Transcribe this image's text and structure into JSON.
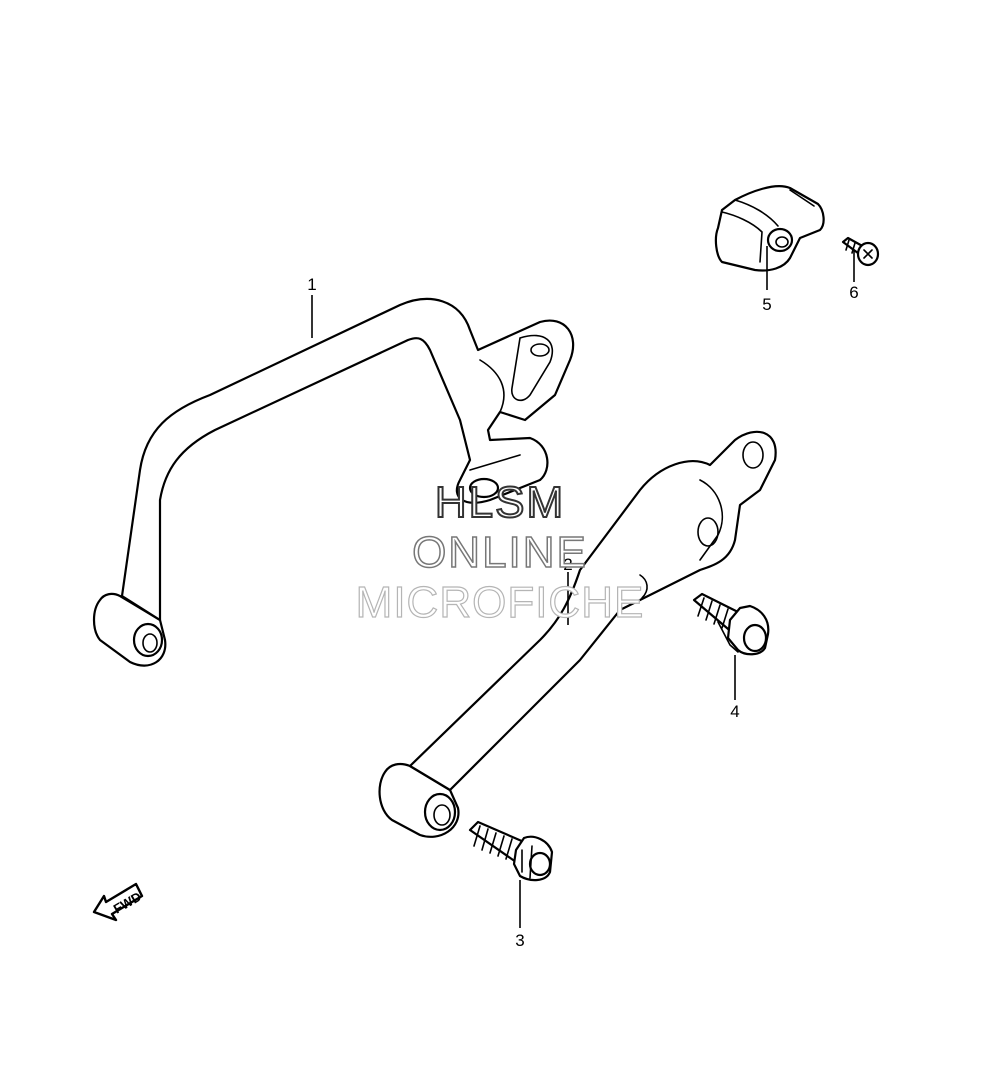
{
  "diagram": {
    "callouts": {
      "part1": "1",
      "part2": "2",
      "part3": "3",
      "part4": "4",
      "part5": "5",
      "part6": "6"
    },
    "direction_label": "FWD",
    "watermark": {
      "line1": "HLSM",
      "line2": "ONLINE",
      "line3": "MICROFICHE"
    },
    "colors": {
      "line": "#000000",
      "background": "#ffffff"
    }
  }
}
